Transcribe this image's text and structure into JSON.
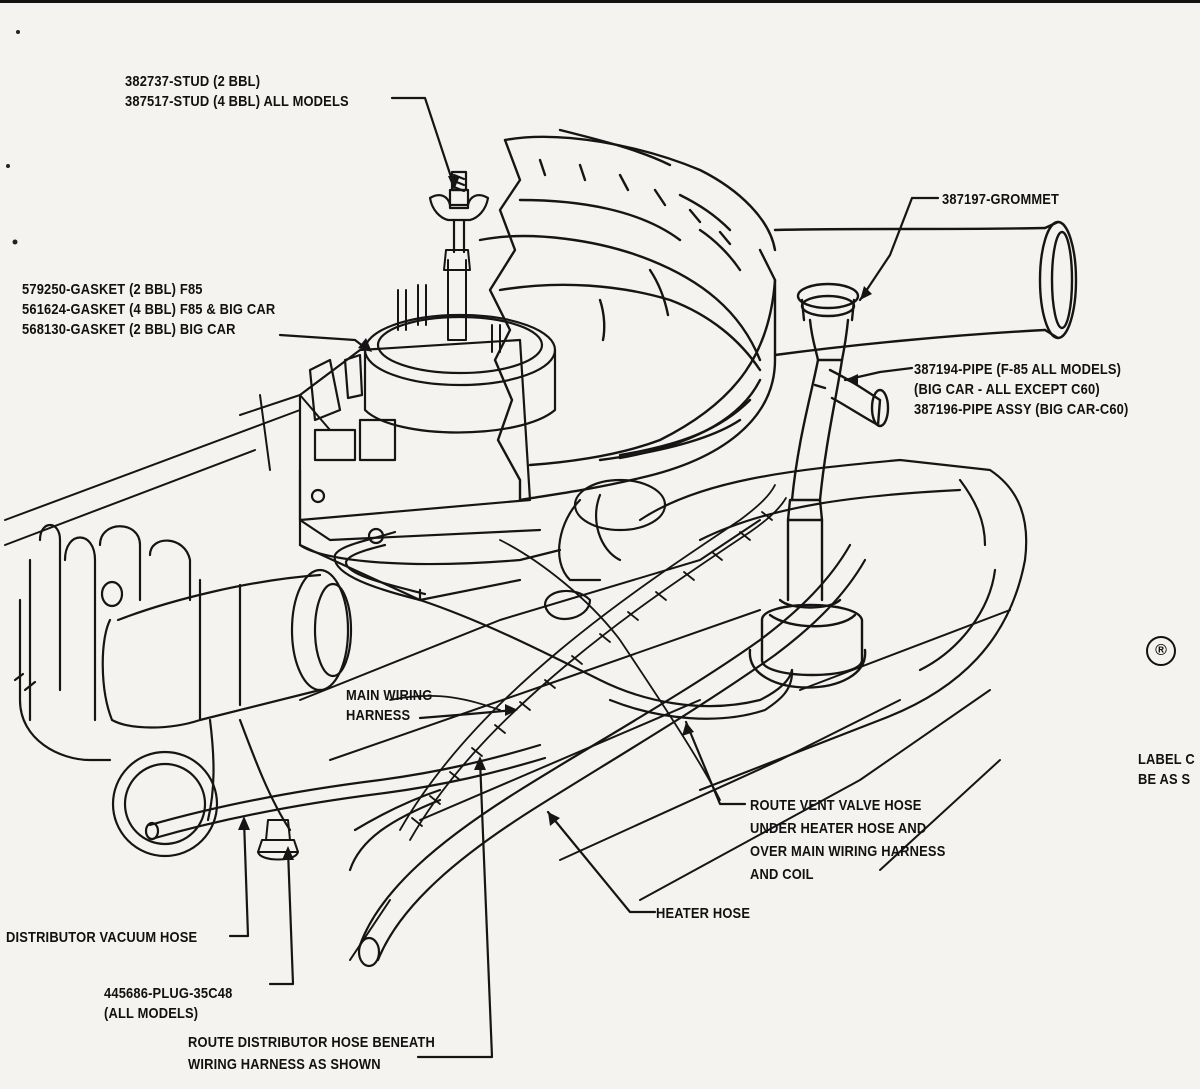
{
  "labels": {
    "stud": [
      "382737-STUD (2 BBL)",
      "387517-STUD (4 BBL) ALL MODELS"
    ],
    "gasket": [
      "579250-GASKET (2 BBL) F85",
      "561624-GASKET (4 BBL) F85 & BIG CAR",
      "568130-GASKET (2 BBL) BIG CAR"
    ],
    "grommet": "387197-GROMMET",
    "pipe": [
      "387194-PIPE (F-85 ALL MODELS)",
      "(BIG CAR - ALL EXCEPT C60)",
      "387196-PIPE ASSY (BIG CAR-C60)"
    ],
    "main_wiring_harness": [
      "MAIN WIRING",
      "HARNESS"
    ],
    "route_vent": [
      "ROUTE VENT VALVE HOSE",
      "UNDER HEATER HOSE AND",
      "OVER MAIN WIRING HARNESS",
      "AND COIL"
    ],
    "heater_hose": "HEATER HOSE",
    "distributor_vacuum_hose": "DISTRIBUTOR VACUUM HOSE",
    "plug": [
      "445686-PLUG-35C48",
      "(ALL MODELS)"
    ],
    "route_distributor": [
      "ROUTE DISTRIBUTOR HOSE BENEATH",
      "WIRING HARNESS AS SHOWN"
    ],
    "label_partial": [
      "LABEL C",
      "BE AS S"
    ],
    "registered_mark": "®"
  }
}
